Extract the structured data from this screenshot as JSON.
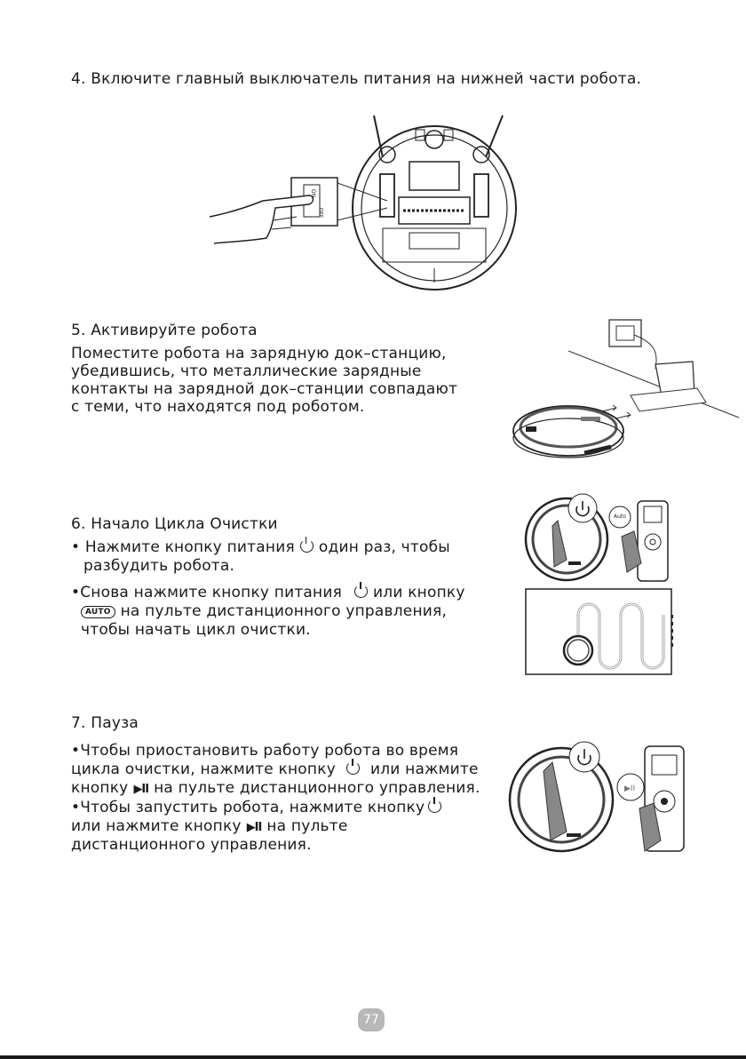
{
  "step4": {
    "heading": "4. Включите главный выключатель питания на нижней части робота.",
    "switch_labels": [
      "ON",
      "OFF"
    ]
  },
  "step5": {
    "heading": "5. Активируйте робота",
    "lines": [
      "Поместите робота на зарядную док–станцию,",
      "убедившись, что металлические зарядные",
      "контакты на зарядной док–станции совпадают",
      "с теми, что находятся под роботом."
    ]
  },
  "step6": {
    "heading": "6. Начало Цикла Очистки",
    "b1_a": "• Нажмите кнопку питания",
    "b1_b": "один раз, чтобы",
    "b1_c": "разбудить робота.",
    "b2_a": "•Снова нажмите кнопку питания",
    "b2_b": "или кнопку",
    "b2_icon": "AUTO",
    "b2_c": "на пульте дистанционного управления,",
    "b2_d": "чтобы начать цикл очистки.",
    "remote_button": "Auto"
  },
  "step7": {
    "heading": "7. Пауза",
    "l1": "•Чтобы приостановить работу робота во время",
    "l2_a": "цикла очистки, нажмите кнопку",
    "l2_b": "или нажмите",
    "l3_a": "кнопку",
    "l3_b": "на пульте дистанционного управления.",
    "l4_a": "•Чтобы запустить робота, нажмите кнопку",
    "l5_a": "или нажмите кнопку",
    "l5_b": "на пульте",
    "l6": "дистанционного управления.",
    "play_pause_glyph": "▶II"
  },
  "page_number": "77",
  "icons": [
    "power-icon",
    "auto-button-icon",
    "play-pause-icon",
    "hand-icon",
    "robot-icon",
    "remote-icon",
    "dock-icon"
  ]
}
